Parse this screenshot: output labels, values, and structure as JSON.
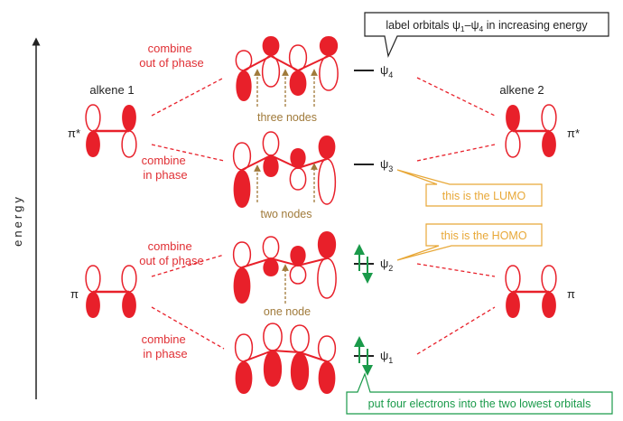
{
  "axis_label": "energy",
  "alkene1": {
    "title": "alkene 1",
    "pi_star_label": "π*",
    "pi_label": "π"
  },
  "alkene2": {
    "title": "alkene 2",
    "pi_star_label": "π*",
    "pi_label": "π"
  },
  "combine": {
    "top": [
      "combine",
      "out of phase"
    ],
    "second": [
      "combine",
      "in phase"
    ],
    "third": [
      "combine",
      "out of phase"
    ],
    "bottom": [
      "combine",
      "in phase"
    ]
  },
  "nodes": {
    "psi4": "three nodes",
    "psi3": "two nodes",
    "psi2": "one node"
  },
  "levels": {
    "psi4": {
      "psi": "ψ",
      "sub": "4"
    },
    "psi3": {
      "psi": "ψ",
      "sub": "3"
    },
    "psi2": {
      "psi": "ψ",
      "sub": "2"
    },
    "psi1": {
      "psi": "ψ",
      "sub": "1"
    }
  },
  "callouts": {
    "label": {
      "pre": "label orbitals ψ",
      "sub1": "1",
      "mid": "–ψ",
      "sub2": "4",
      "post": " in increasing energy"
    },
    "lumo": "this is the LUMO",
    "homo": "this is the HOMO",
    "electrons": "put four electrons into the two lowest orbitals"
  },
  "colors": {
    "red": "#e8202a",
    "red_text": "#e03035",
    "orange": "#e8a838",
    "brown": "#a07a3a",
    "green": "#1a9a4a",
    "black": "#222222"
  }
}
